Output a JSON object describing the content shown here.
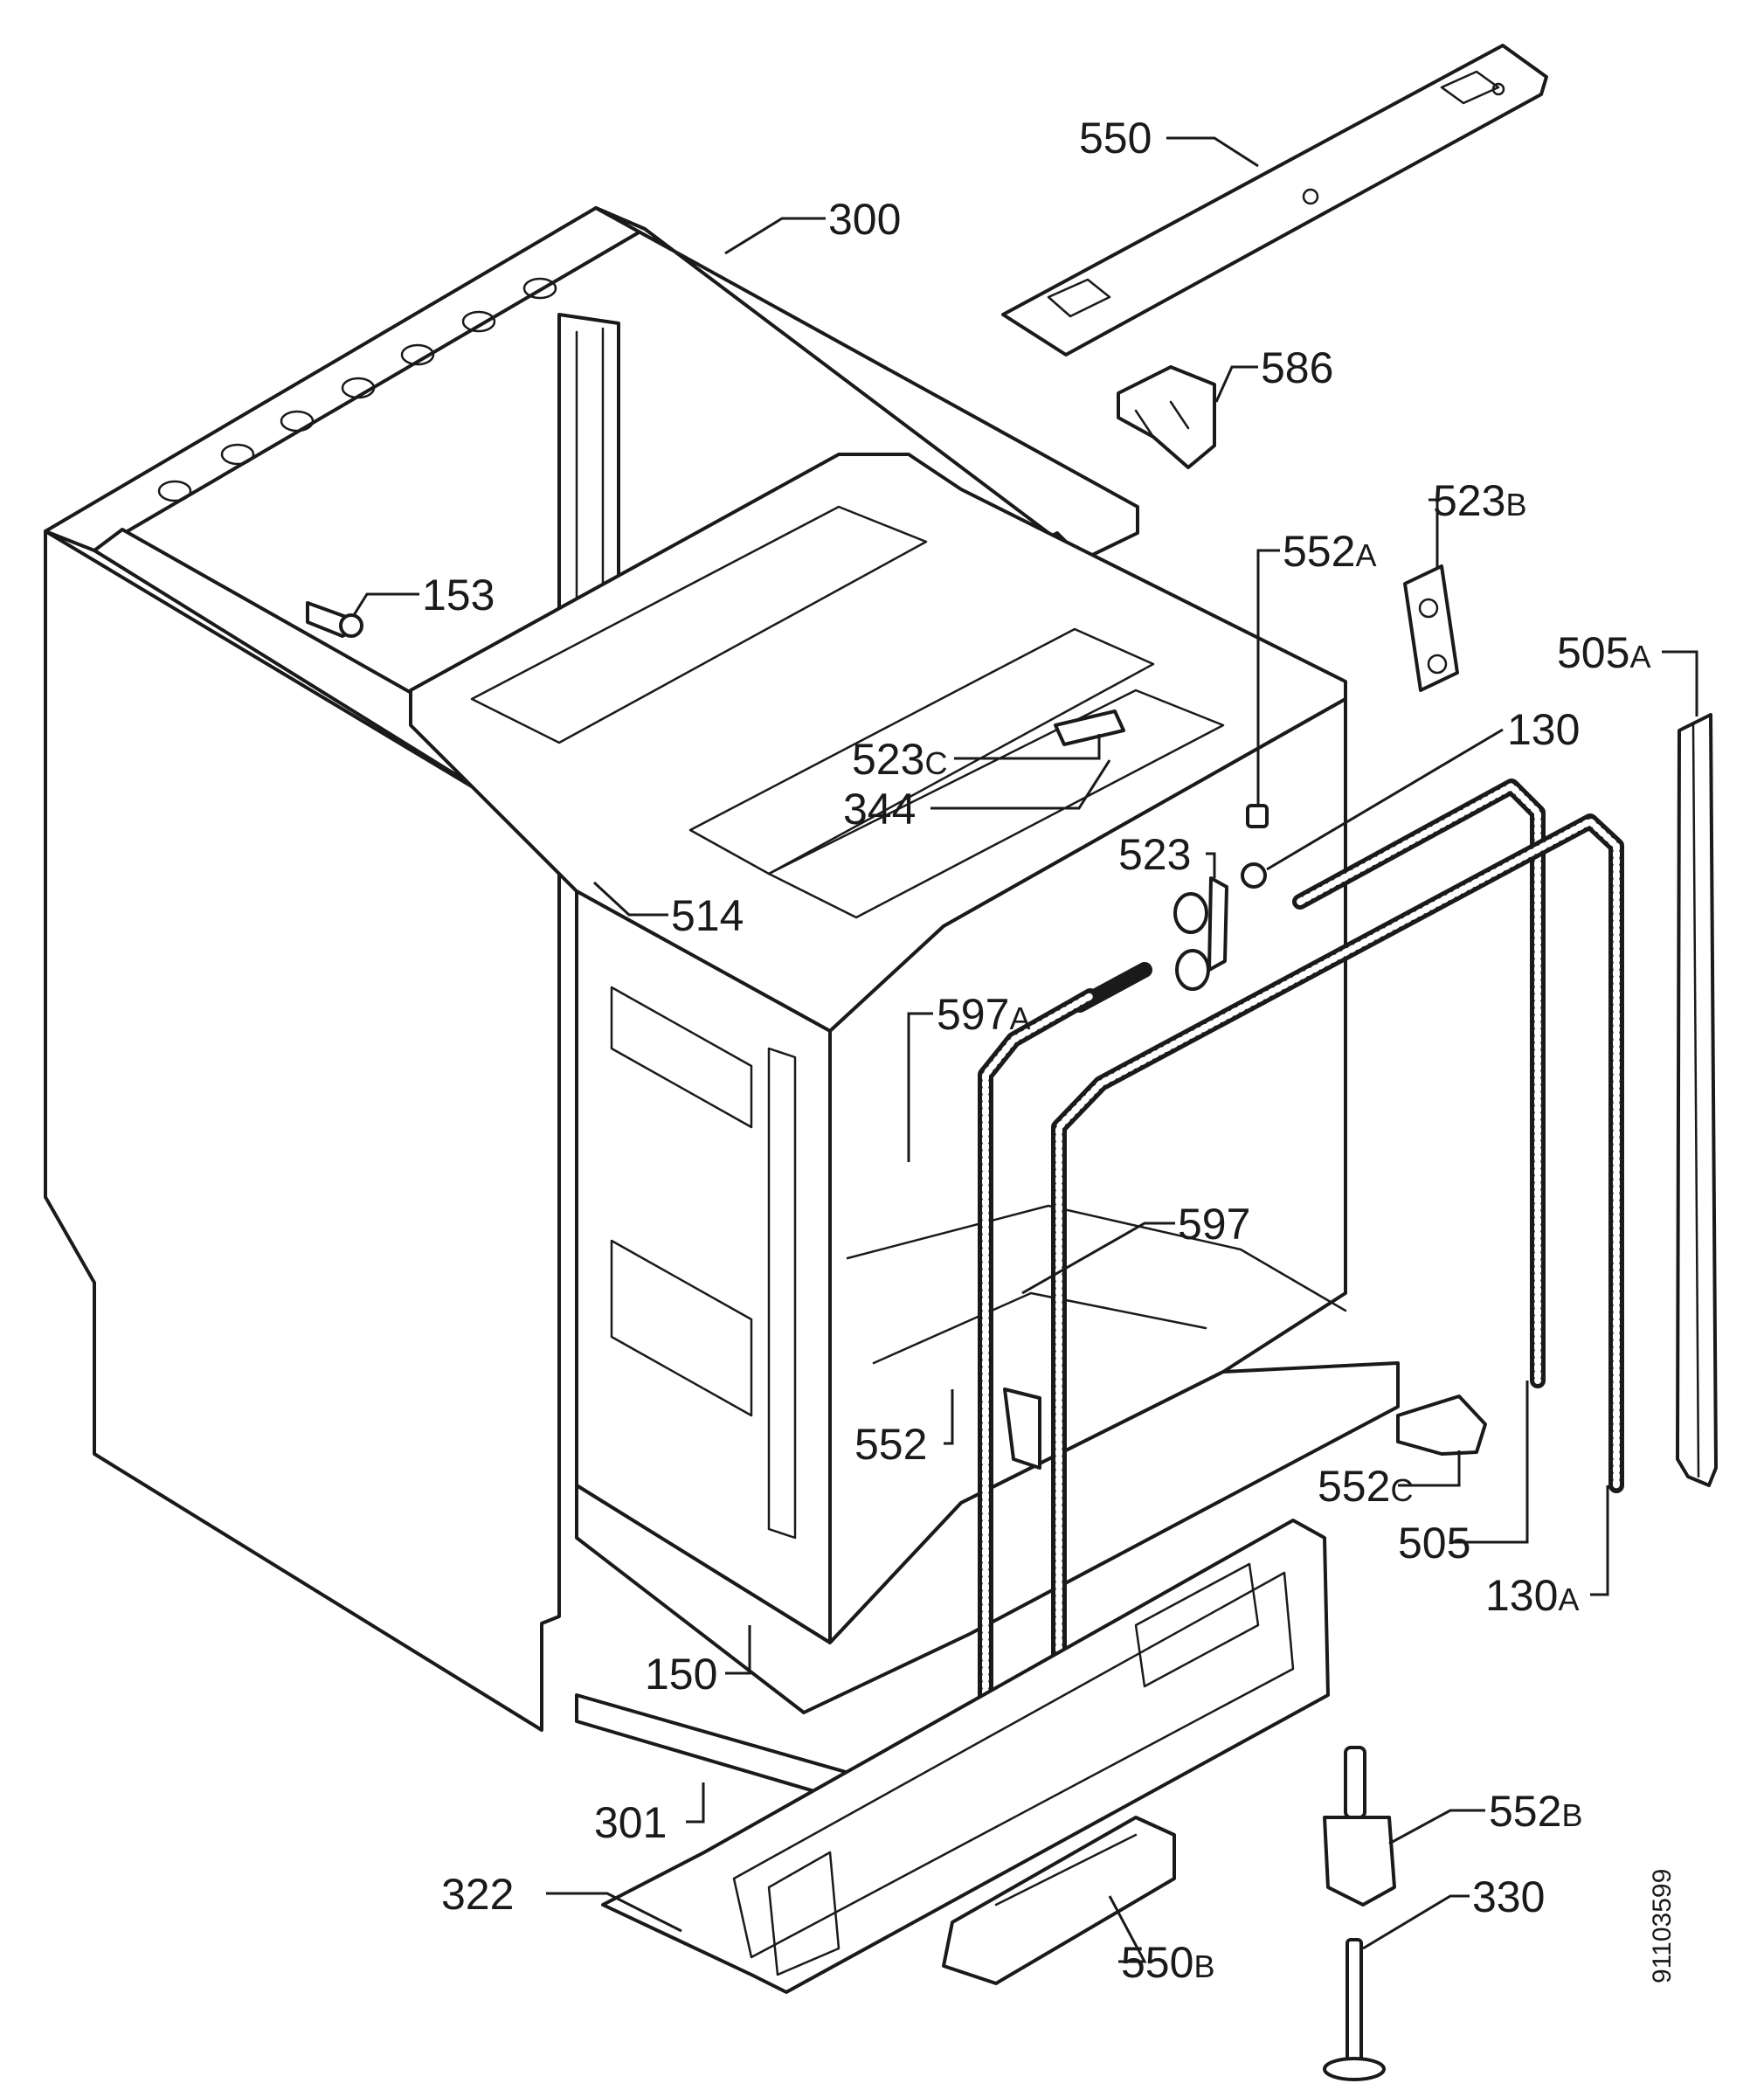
{
  "document_number": "91103599",
  "callouts": [
    {
      "id": "550",
      "num": "550",
      "suffix": ""
    },
    {
      "id": "300",
      "num": "300",
      "suffix": ""
    },
    {
      "id": "586",
      "num": "586",
      "suffix": ""
    },
    {
      "id": "523B",
      "num": "523",
      "suffix": "B"
    },
    {
      "id": "552A",
      "num": "552",
      "suffix": "A"
    },
    {
      "id": "153",
      "num": "153",
      "suffix": ""
    },
    {
      "id": "505A",
      "num": "505",
      "suffix": "A"
    },
    {
      "id": "130",
      "num": "130",
      "suffix": ""
    },
    {
      "id": "523C",
      "num": "523",
      "suffix": "C"
    },
    {
      "id": "344",
      "num": "344",
      "suffix": ""
    },
    {
      "id": "523",
      "num": "523",
      "suffix": ""
    },
    {
      "id": "514",
      "num": "514",
      "suffix": ""
    },
    {
      "id": "597A",
      "num": "597",
      "suffix": "A"
    },
    {
      "id": "597",
      "num": "597",
      "suffix": ""
    },
    {
      "id": "552",
      "num": "552",
      "suffix": ""
    },
    {
      "id": "552C",
      "num": "552",
      "suffix": "C"
    },
    {
      "id": "505",
      "num": "505",
      "suffix": ""
    },
    {
      "id": "130A",
      "num": "130",
      "suffix": "A"
    },
    {
      "id": "150",
      "num": "150",
      "suffix": ""
    },
    {
      "id": "301",
      "num": "301",
      "suffix": ""
    },
    {
      "id": "552B",
      "num": "552",
      "suffix": "B"
    },
    {
      "id": "322",
      "num": "322",
      "suffix": ""
    },
    {
      "id": "330",
      "num": "330",
      "suffix": ""
    },
    {
      "id": "550B",
      "num": "550",
      "suffix": "B"
    }
  ]
}
